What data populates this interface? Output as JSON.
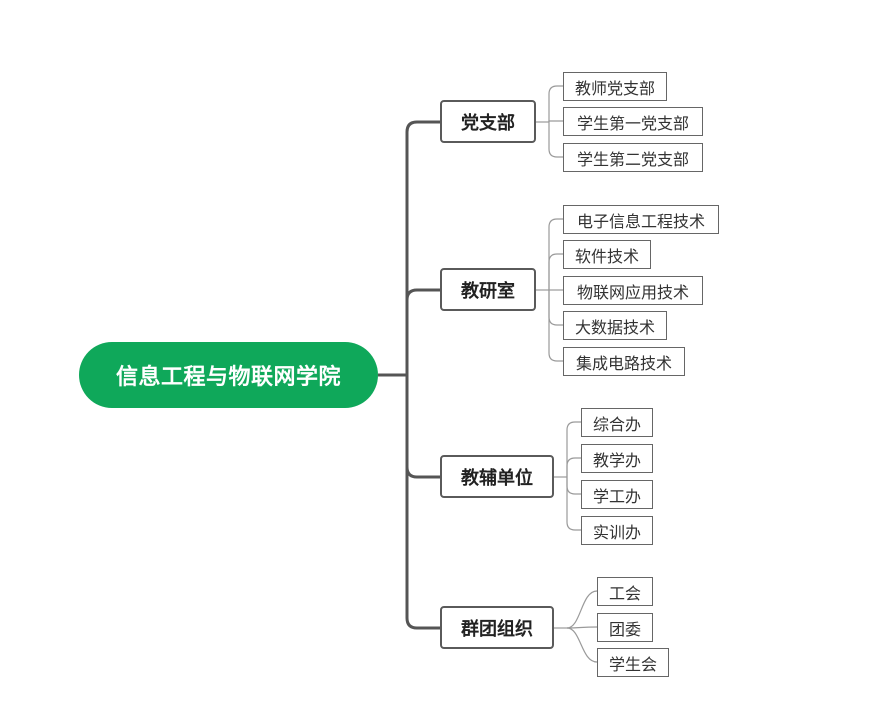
{
  "root": {
    "label": "信息工程与物联网学院"
  },
  "branches": [
    {
      "label": "党支部",
      "children": [
        "教师党支部",
        "学生第一党支部",
        "学生第二党支部"
      ]
    },
    {
      "label": "教研室",
      "children": [
        "电子信息工程技术",
        "软件技术",
        "物联网应用技术",
        "大数据技术",
        "集成电路技术"
      ]
    },
    {
      "label": "教辅单位",
      "children": [
        "综合办",
        "教学办",
        "学工办",
        "实训办"
      ]
    },
    {
      "label": "群团组织",
      "children": [
        "工会",
        "团委",
        "学生会"
      ]
    }
  ],
  "colors": {
    "root_fill": "#0fa85a",
    "trunk": "#555555",
    "leaf_line": "#9a9a9a"
  }
}
